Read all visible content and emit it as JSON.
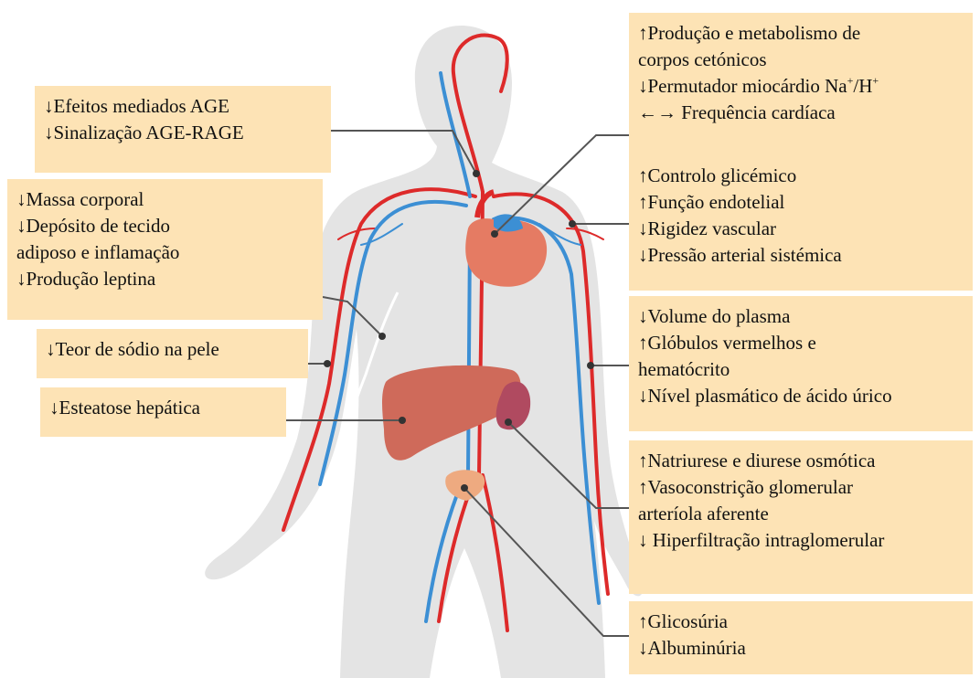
{
  "boxes": {
    "age": {
      "lines": [
        "↓Efeitos mediados AGE",
        "↓Sinalização AGE-RAGE"
      ]
    },
    "body_mass": {
      "lines": [
        "↓Massa corporal",
        "↓Depósito de tecido",
        "adiposo e inflamação",
        "↓Produção leptina"
      ]
    },
    "skin_sodium": {
      "lines": [
        "↓Teor de sódio na pele"
      ]
    },
    "liver": {
      "lines": [
        "↓Esteatose hepática"
      ]
    },
    "heart": {
      "l1": "↑Produção e metabolismo de",
      "l2": "corpos cetónicos",
      "l3_prefix": "↓Permutador miocárdio Na",
      "l3_sup1": "+",
      "l3_mid": "/H",
      "l3_sup2": "+",
      "l4": "←→ Frequência cardíaca"
    },
    "vascular": {
      "lines": [
        "↑Controlo glicémico",
        "↑Função endotelial",
        "↓Rigidez vascular",
        "↓Pressão arterial sistémica"
      ]
    },
    "blood": {
      "lines": [
        "↓Volume do plasma",
        "↑Glóbulos vermelhos e",
        "hematócrito",
        "↓Nível plasmático de ácido úrico"
      ]
    },
    "kidney": {
      "lines": [
        "↑Natriurese e diurese osmótica",
        "↑Vasoconstrição glomerular",
        "arteríola aferente",
        "↓ Hiperfiltração intraglomerular"
      ]
    },
    "bladder": {
      "lines": [
        "↑Glicosúria",
        "↓Albuminúria"
      ]
    }
  },
  "colors": {
    "box_fill": "#fde3b5",
    "body_silhouette": "#e4e4e4",
    "artery": "#dd2a2a",
    "vein": "#3c8fd4",
    "heart": "#e57b63",
    "liver": "#cf6a5a",
    "kidney": "#b04a60",
    "bladder": "#eeaa80",
    "leader_line": "#555555"
  }
}
